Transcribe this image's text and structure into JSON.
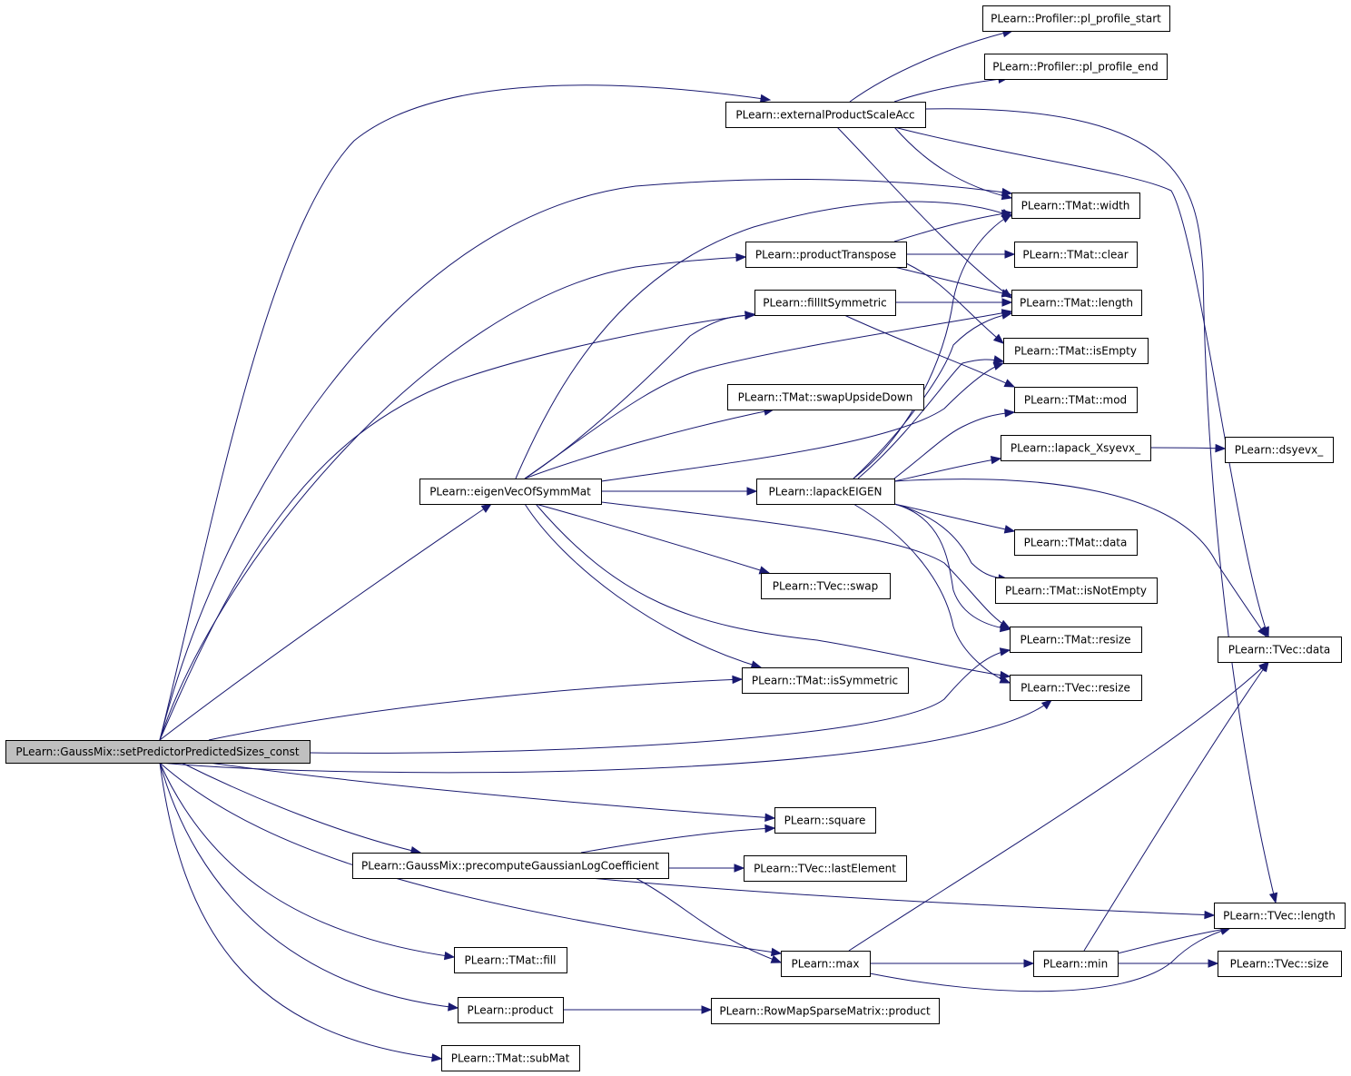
{
  "graph": {
    "nodes": [
      {
        "id": "root",
        "label": "PLearn::GaussMix::setPredictorPredictedSizes_const",
        "root": true
      },
      {
        "id": "prof_start",
        "label": "PLearn::Profiler::pl_profile_start"
      },
      {
        "id": "prof_end",
        "label": "PLearn::Profiler::pl_profile_end"
      },
      {
        "id": "extProd",
        "label": "PLearn::externalProductScaleAcc"
      },
      {
        "id": "tmat_width",
        "label": "PLearn::TMat::width"
      },
      {
        "id": "prodTranspose",
        "label": "PLearn::productTranspose"
      },
      {
        "id": "tmat_clear",
        "label": "PLearn::TMat::clear"
      },
      {
        "id": "fillSym",
        "label": "PLearn::fillItSymmetric"
      },
      {
        "id": "tmat_length",
        "label": "PLearn::TMat::length"
      },
      {
        "id": "tmat_isEmpty",
        "label": "PLearn::TMat::isEmpty"
      },
      {
        "id": "tmat_swapUD",
        "label": "PLearn::TMat::swapUpsideDown"
      },
      {
        "id": "tmat_mod",
        "label": "PLearn::TMat::mod"
      },
      {
        "id": "lapack_xsyevx",
        "label": "PLearn::lapack_Xsyevx_"
      },
      {
        "id": "dsyevx",
        "label": "PLearn::dsyevx_"
      },
      {
        "id": "eigenVec",
        "label": "PLearn::eigenVecOfSymmMat"
      },
      {
        "id": "lapackEIGEN",
        "label": "PLearn::lapackEIGEN"
      },
      {
        "id": "tmat_data",
        "label": "PLearn::TMat::data"
      },
      {
        "id": "tvec_swap",
        "label": "PLearn::TVec::swap"
      },
      {
        "id": "tmat_isNotEmpty",
        "label": "PLearn::TMat::isNotEmpty"
      },
      {
        "id": "tmat_resize",
        "label": "PLearn::TMat::resize"
      },
      {
        "id": "tvec_data",
        "label": "PLearn::TVec::data"
      },
      {
        "id": "tmat_isSym",
        "label": "PLearn::TMat::isSymmetric"
      },
      {
        "id": "tvec_resize",
        "label": "PLearn::TVec::resize"
      },
      {
        "id": "square",
        "label": "PLearn::square"
      },
      {
        "id": "precompute",
        "label": "PLearn::GaussMix::precomputeGaussianLogCoefficient"
      },
      {
        "id": "tvec_lastElement",
        "label": "PLearn::TVec::lastElement"
      },
      {
        "id": "tvec_length",
        "label": "PLearn::TVec::length"
      },
      {
        "id": "tmat_fill",
        "label": "PLearn::TMat::fill"
      },
      {
        "id": "max",
        "label": "PLearn::max"
      },
      {
        "id": "min",
        "label": "PLearn::min"
      },
      {
        "id": "tvec_size",
        "label": "PLearn::TVec::size"
      },
      {
        "id": "product",
        "label": "PLearn::product"
      },
      {
        "id": "rowmap_product",
        "label": "PLearn::RowMapSparseMatrix::product"
      },
      {
        "id": "tmat_subMat",
        "label": "PLearn::TMat::subMat"
      }
    ],
    "edges": [
      {
        "from": "root",
        "to": "extProd"
      },
      {
        "from": "root",
        "to": "tmat_width"
      },
      {
        "from": "root",
        "to": "prodTranspose"
      },
      {
        "from": "root",
        "to": "fillSym"
      },
      {
        "from": "root",
        "to": "eigenVec"
      },
      {
        "from": "root",
        "to": "tmat_isSym"
      },
      {
        "from": "root",
        "to": "tmat_resize"
      },
      {
        "from": "root",
        "to": "tvec_resize"
      },
      {
        "from": "root",
        "to": "square"
      },
      {
        "from": "root",
        "to": "precompute"
      },
      {
        "from": "root",
        "to": "max"
      },
      {
        "from": "root",
        "to": "tmat_fill"
      },
      {
        "from": "root",
        "to": "product"
      },
      {
        "from": "root",
        "to": "tmat_subMat"
      },
      {
        "from": "extProd",
        "to": "prof_start"
      },
      {
        "from": "extProd",
        "to": "prof_end"
      },
      {
        "from": "extProd",
        "to": "tmat_width"
      },
      {
        "from": "extProd",
        "to": "tmat_length"
      },
      {
        "from": "extProd",
        "to": "tvec_data"
      },
      {
        "from": "extProd",
        "to": "tvec_length"
      },
      {
        "from": "prodTranspose",
        "to": "tmat_width"
      },
      {
        "from": "prodTranspose",
        "to": "tmat_clear"
      },
      {
        "from": "prodTranspose",
        "to": "tmat_length"
      },
      {
        "from": "prodTranspose",
        "to": "tmat_isEmpty"
      },
      {
        "from": "fillSym",
        "to": "tmat_length"
      },
      {
        "from": "fillSym",
        "to": "tmat_mod"
      },
      {
        "from": "eigenVec",
        "to": "tmat_width"
      },
      {
        "from": "eigenVec",
        "to": "fillSym"
      },
      {
        "from": "eigenVec",
        "to": "tmat_length"
      },
      {
        "from": "eigenVec",
        "to": "tmat_swapUD"
      },
      {
        "from": "eigenVec",
        "to": "lapackEIGEN"
      },
      {
        "from": "eigenVec",
        "to": "tmat_isEmpty"
      },
      {
        "from": "eigenVec",
        "to": "tvec_swap"
      },
      {
        "from": "eigenVec",
        "to": "tmat_resize"
      },
      {
        "from": "eigenVec",
        "to": "tmat_isSym"
      },
      {
        "from": "eigenVec",
        "to": "tvec_resize"
      },
      {
        "from": "lapackEIGEN",
        "to": "tmat_width"
      },
      {
        "from": "lapackEIGEN",
        "to": "tmat_length"
      },
      {
        "from": "lapackEIGEN",
        "to": "tmat_isEmpty"
      },
      {
        "from": "lapackEIGEN",
        "to": "tmat_mod"
      },
      {
        "from": "lapackEIGEN",
        "to": "lapack_xsyevx"
      },
      {
        "from": "lapackEIGEN",
        "to": "tmat_data"
      },
      {
        "from": "lapackEIGEN",
        "to": "tmat_isNotEmpty"
      },
      {
        "from": "lapackEIGEN",
        "to": "tmat_resize"
      },
      {
        "from": "lapackEIGEN",
        "to": "tvec_data"
      },
      {
        "from": "lapackEIGEN",
        "to": "tvec_resize"
      },
      {
        "from": "lapack_xsyevx",
        "to": "dsyevx"
      },
      {
        "from": "precompute",
        "to": "square"
      },
      {
        "from": "precompute",
        "to": "tvec_lastElement"
      },
      {
        "from": "precompute",
        "to": "tvec_length"
      },
      {
        "from": "precompute",
        "to": "max"
      },
      {
        "from": "max",
        "to": "tvec_data"
      },
      {
        "from": "max",
        "to": "min"
      },
      {
        "from": "max",
        "to": "tvec_length"
      },
      {
        "from": "min",
        "to": "tvec_data"
      },
      {
        "from": "min",
        "to": "tvec_length"
      },
      {
        "from": "min",
        "to": "tvec_size"
      },
      {
        "from": "product",
        "to": "rowmap_product"
      }
    ]
  }
}
